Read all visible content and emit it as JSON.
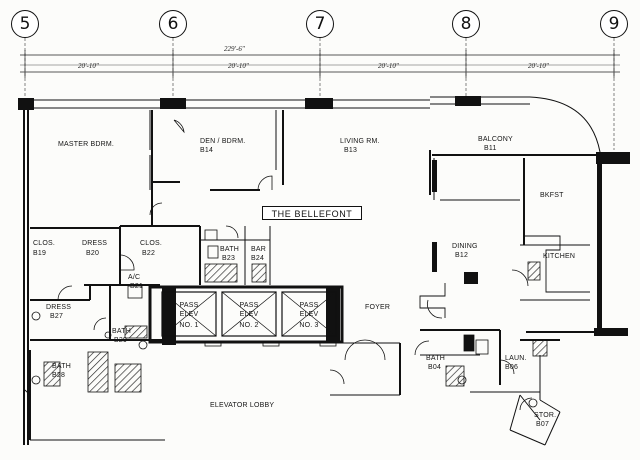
{
  "grid_markers": [
    "5",
    "6",
    "7",
    "8",
    "9"
  ],
  "dimensions": {
    "overall": "229'-6\"",
    "spans": [
      "20'-10\"",
      "20'-10\"",
      "20'-10\"",
      "20'-10\""
    ]
  },
  "building_sign": "THE BELLEFONT",
  "rooms": {
    "master_bdrm": "MASTER BDRM.",
    "den_bdrm": "DEN / BDRM.",
    "den_code": "B14",
    "living_rm": "LIVING RM.",
    "living_code": "B13",
    "balcony": "BALCONY",
    "balcony_code": "B11",
    "bkfst": "BKFST",
    "clos_1": "CLOS.",
    "clos_1_code": "B19",
    "dress_1": "DRESS",
    "dress_1_code": "B20",
    "clos_2": "CLOS.",
    "clos_2_code": "B22",
    "bath_1": "BATH",
    "bath_1_code": "B23",
    "bar": "BAR",
    "bar_code": "B24",
    "ac": "A/C",
    "ac_code": "B21",
    "dress_2": "DRESS",
    "dress_2_code": "B27",
    "bath_2": "BATH",
    "bath_2_code": "B29",
    "bath_3": "BATH",
    "bath_3_code": "B28",
    "dining": "DINING",
    "dining_code": "B12",
    "kitchen": "KITCHEN",
    "foyer": "FOYER",
    "bath_4": "BATH",
    "bath_4_code": "B04",
    "laun": "LAUN.",
    "laun_code": "B06",
    "stor": "STOR.",
    "stor_code": "B07",
    "elevator_lobby": "ELEVATOR LOBBY"
  },
  "elevators": [
    {
      "line1": "PASS",
      "line2": "ELEV",
      "line3": "NO. 1"
    },
    {
      "line1": "PASS",
      "line2": "ELEV",
      "line3": "NO. 2"
    },
    {
      "line1": "PASS",
      "line2": "ELEV",
      "line3": "NO. 3"
    }
  ]
}
